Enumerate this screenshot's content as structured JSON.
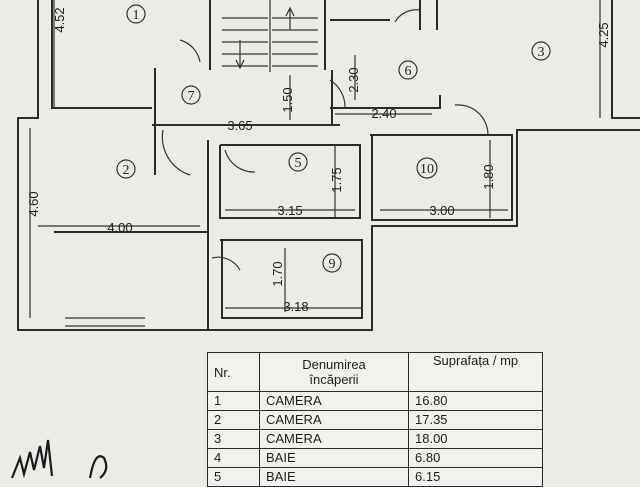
{
  "rooms": [
    {
      "num": "1"
    },
    {
      "num": "2"
    },
    {
      "num": "3"
    },
    {
      "num": "5"
    },
    {
      "num": "6"
    },
    {
      "num": "7"
    },
    {
      "num": "9"
    },
    {
      "num": "10"
    }
  ],
  "dimensions": [
    "4.52",
    "4.25",
    "2.30",
    "1.50",
    "3.65",
    "2.40",
    "1.75",
    "3.15",
    "1.80",
    "3.00",
    "4.60",
    "4.00",
    "1.70",
    "3.18"
  ],
  "legend": {
    "headers": {
      "nr": "Nr.",
      "name_line1": "Denumirea",
      "name_line2": "încăperii",
      "area": "Suprafața / mp"
    },
    "rows": [
      {
        "nr": "1",
        "name": "CAMERA",
        "area": "16.80"
      },
      {
        "nr": "2",
        "name": "CAMERA",
        "area": "17.35"
      },
      {
        "nr": "3",
        "name": "CAMERA",
        "area": "18.00"
      },
      {
        "nr": "4",
        "name": "BAIE",
        "area": "6.80"
      },
      {
        "nr": "5",
        "name": "BAIE",
        "area": "6.15"
      }
    ]
  },
  "colors": {
    "paper": "#ecebe8",
    "ink": "#2b2b2b"
  }
}
